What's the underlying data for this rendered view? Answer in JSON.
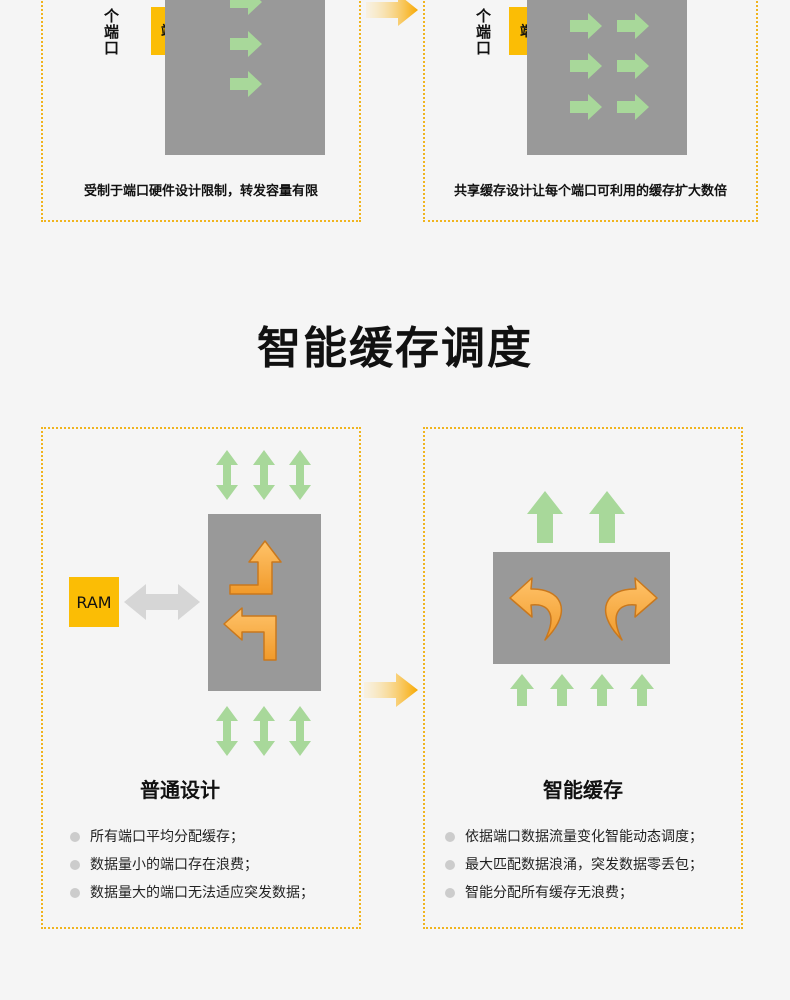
{
  "top_left": {
    "vertical_label": "个端口",
    "port_label": "端口",
    "caption": "受制于端口硬件设计限制，转发容量有限"
  },
  "top_right": {
    "vertical_label": "个端口",
    "port_label": "端口",
    "caption": "共享缓存设计让每个端口可利用的缓存扩大数倍"
  },
  "section_title": "智能缓存调度",
  "left_card": {
    "ram_label": "RAM",
    "title": "普通设计",
    "bullets": [
      "所有端口平均分配缓存；",
      "数据量小的端口存在浪费；",
      "数据量大的端口无法适应突发数据；"
    ]
  },
  "right_card": {
    "title": "智能缓存",
    "bullets": [
      "依据端口数据流量变化智能动态调度；",
      "最大匹配数据浪涌，突发数据零丢包；",
      "智能分配所有缓存无浪费；"
    ]
  },
  "colors": {
    "frame": "#f0b41e",
    "port": "#fbbd05",
    "block": "#999999",
    "green_arrow": "#a8d89a",
    "orange_arrow": "#f7a33a",
    "gray_arrow": "#d6d6d6"
  },
  "icons": [
    "right-arrow-icon",
    "up-down-arrow-icon",
    "up-arrow-icon",
    "turn-arrow-icon",
    "curved-arrow-icon",
    "dot-icon"
  ]
}
